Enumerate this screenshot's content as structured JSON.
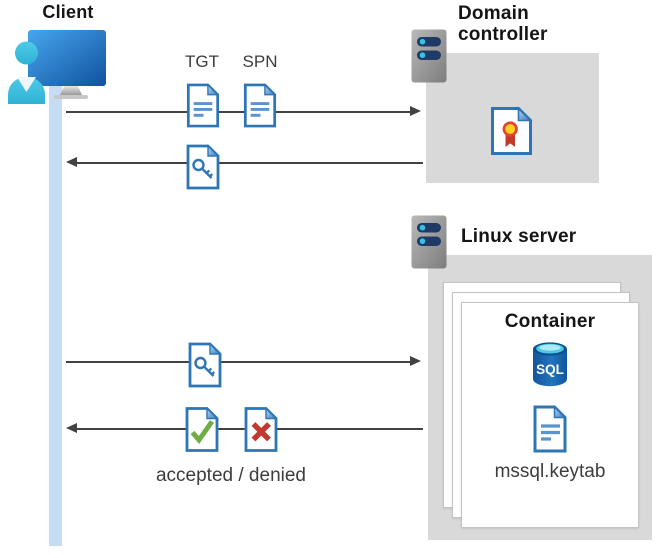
{
  "client": {
    "label": "Client"
  },
  "domain_controller": {
    "label": "Domain controller"
  },
  "linux_server": {
    "label": "Linux server"
  },
  "container": {
    "label": "Container",
    "sql_badge": "SQL",
    "keytab_filename": "mssql.keytab"
  },
  "flow": {
    "tgt_label": "TGT",
    "spn_label": "SPN",
    "accepted_denied_label": "accepted / denied"
  },
  "icons": {
    "client": "user-computer-icon",
    "server": "server-icon",
    "certificate": "certificate-document-icon",
    "ticket": "text-document-icon",
    "key": "key-document-icon",
    "accepted": "check-document-icon",
    "denied": "cross-document-icon",
    "sql": "sql-database-icon",
    "keytab": "text-document-icon"
  },
  "colors": {
    "doc_blue": "#2e75b6",
    "doc_line_blue": "#5b93cf",
    "check_green": "#70ad47",
    "cross_red": "#bf3a30",
    "sql_body_blue": "#1865ae",
    "sql_top_cyan": "#4cc9e4",
    "cert_ring_red": "#e34234",
    "cert_center_yellow": "#ffd21e",
    "box_gray": "#d9d9d9",
    "lifeline_blue": "#c6dcf5",
    "arrow_gray": "#424242"
  }
}
